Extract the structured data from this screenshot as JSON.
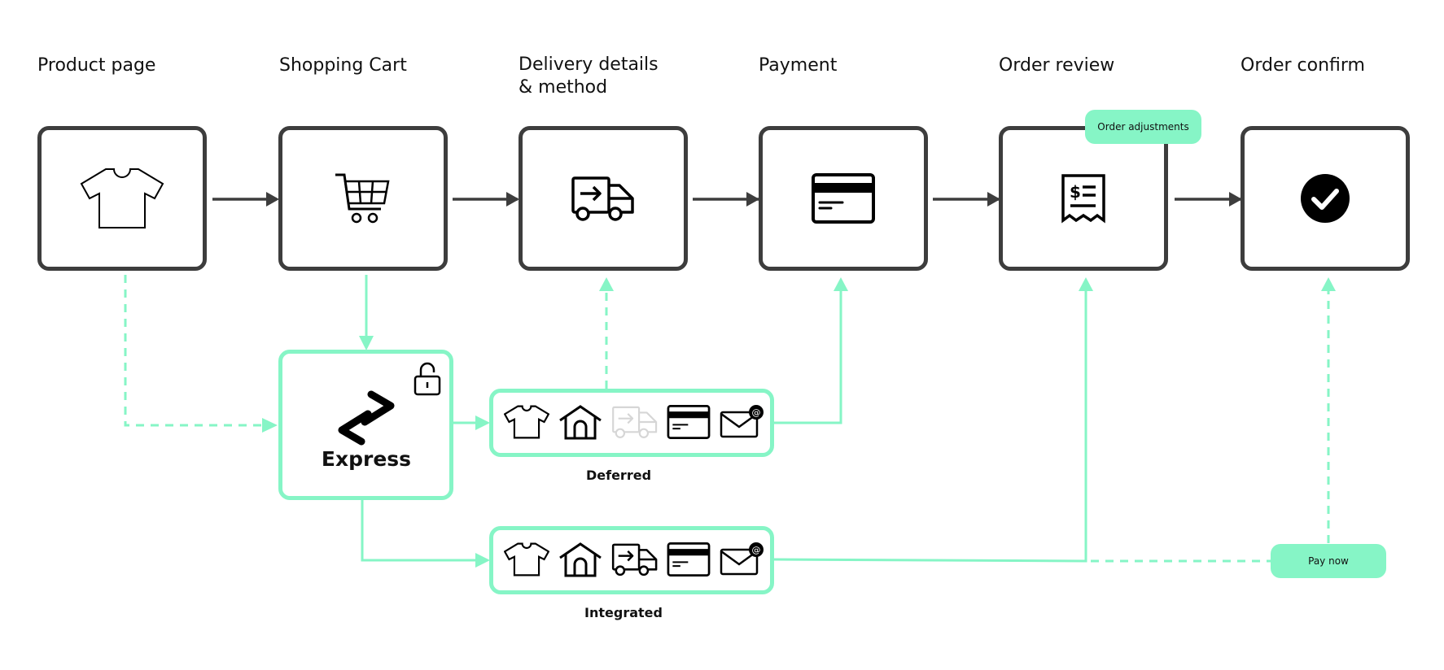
{
  "steps": [
    {
      "label": "Product page",
      "icon": "t-shirt-icon"
    },
    {
      "label": "Shopping Cart",
      "icon": "shopping-cart-icon"
    },
    {
      "label": "Delivery details\n&  method",
      "icon": "delivery-truck-icon"
    },
    {
      "label": "Payment",
      "icon": "credit-card-icon"
    },
    {
      "label": "Order review",
      "icon": "receipt-icon"
    },
    {
      "label": "Order confirm",
      "icon": "check-circle-icon"
    }
  ],
  "badges": {
    "order_adjustments": "Order adjustments",
    "pay_now": "Pay now"
  },
  "express": {
    "label": "Express",
    "icon": "express-link-icon",
    "lock_icon": "unlocked-padlock-icon"
  },
  "paths": [
    {
      "label": "Deferred",
      "icons": [
        {
          "name": "t-shirt-icon",
          "state": "active"
        },
        {
          "name": "house-icon",
          "state": "active"
        },
        {
          "name": "delivery-truck-icon",
          "state": "disabled"
        },
        {
          "name": "credit-card-icon",
          "state": "active"
        },
        {
          "name": "email-icon",
          "state": "active"
        }
      ]
    },
    {
      "label": "Integrated",
      "icons": [
        {
          "name": "t-shirt-icon",
          "state": "active"
        },
        {
          "name": "house-icon",
          "state": "active"
        },
        {
          "name": "delivery-truck-icon",
          "state": "active"
        },
        {
          "name": "credit-card-icon",
          "state": "active"
        },
        {
          "name": "email-icon",
          "state": "active"
        }
      ]
    }
  ],
  "colors": {
    "accent": "#86f5c6",
    "box_border": "#3d3d3d",
    "arrow": "#3d3d3d",
    "disabled_icon": "#d6d6d6"
  }
}
